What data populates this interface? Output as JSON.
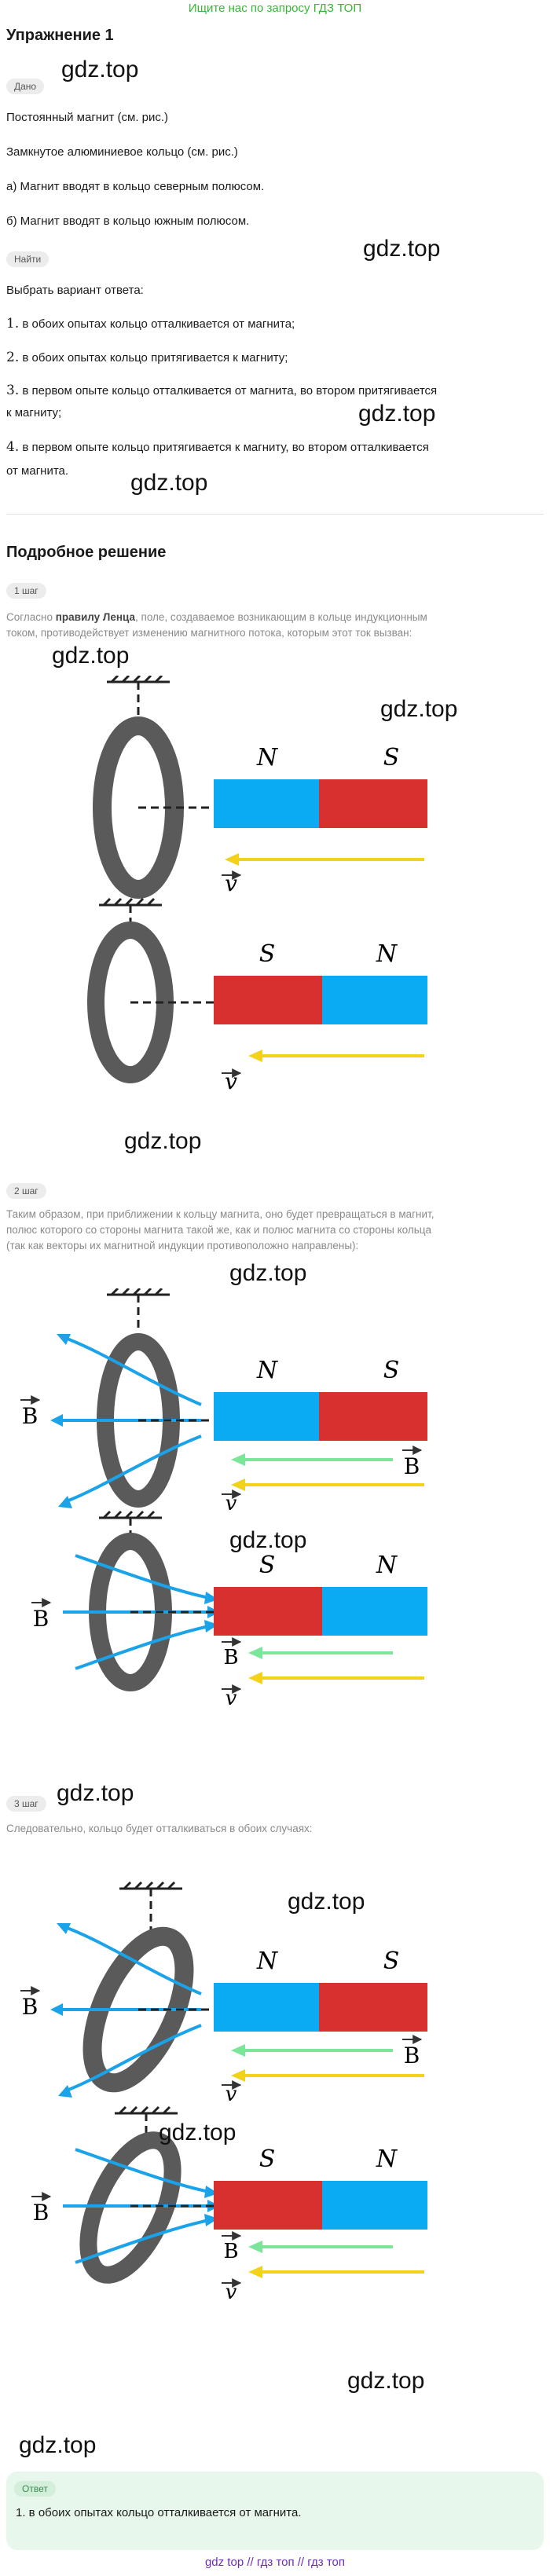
{
  "banner": "Ищите нас по запросу ГДЗ ТОП",
  "title": "Упражнение 1",
  "watermark": "gdz.top",
  "given_tag": "Дано",
  "given": [
    "Постоянный магнит (см. рис.)",
    "Замкнутое алюминиевое кольцо (см. рис.)",
    "а) Магнит вводят в кольцо северным полюсом.",
    "б) Магнит вводят в кольцо южным полюсом."
  ],
  "find_tag": "Найти",
  "find_intro": "Выбрать вариант ответа:",
  "options": [
    {
      "num": "1.",
      "text": "в обоих опытах кольцо отталкивается от магнита;"
    },
    {
      "num": "2.",
      "text": "в обоих опытах кольцо притягивается к магниту;"
    },
    {
      "num": "3.",
      "text_1": "в первом опыте кольцо отталкивается от магнита, во втором притягивается",
      "text_2": "к магниту;"
    },
    {
      "num": "4.",
      "text_1": "в первом опыте кольцо притягивается к магниту, во втором отталкивается",
      "text_2": "от магнита."
    }
  ],
  "solution_title": "Подробное решение",
  "steps": [
    {
      "tag": "1 шаг",
      "pre": "Согласно ",
      "bold": "правилу Ленца",
      "post": ", поле, создаваемое возникающим в кольце индукционным",
      "line2": "током, противодействует изменению магнитного потока, которым этот ток вызван:"
    },
    {
      "tag": "2 шаг",
      "line1": "Таким образом, при приближении к кольцу магнита, оно будет превращаться в магнит,",
      "line2": "полюс которого со стороны магнита такой же, как и полюс магнита со стороны кольца",
      "line3": "(так как векторы их магнитной индукции противоположно направлены):"
    },
    {
      "tag": "3 шаг",
      "line1": "Следовательно, кольцо будет отталкиваться в обоих случаях:"
    }
  ],
  "labels": {
    "N": "N",
    "S": "S",
    "v": "v",
    "B": "B"
  },
  "answer_tag": "Ответ",
  "answer": "1. в обоих опытах кольцо отталкивается от магнита.",
  "footer": "gdz top  //  гдз топ  //  гдз топ",
  "colors": {
    "north": "#0aabf2",
    "south": "#d8302e",
    "ring": "#5a5a5a",
    "field": "#1aa3e8",
    "velocity": "#f2d21a",
    "induction_arrow": "#7be59a",
    "banner": "#35b835"
  }
}
